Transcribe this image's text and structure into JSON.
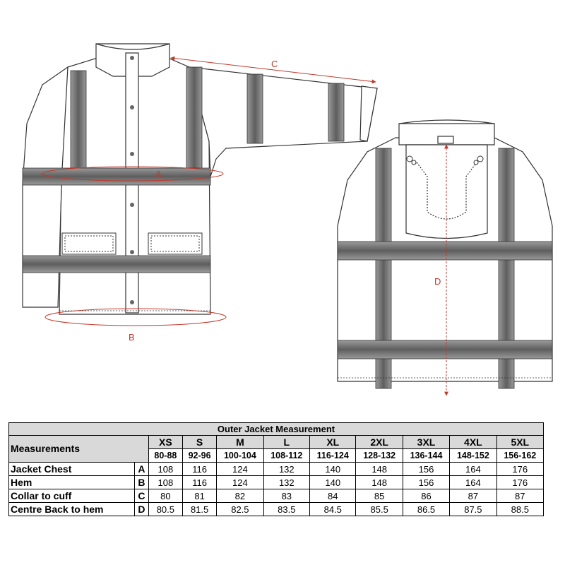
{
  "diagram": {
    "dimension_labels": {
      "A": "A",
      "B": "B",
      "C": "C",
      "D": "D"
    }
  },
  "table": {
    "title": "Outer Jacket Measurement",
    "measurements_header": "Measurements",
    "sizes": [
      "XS",
      "S",
      "M",
      "L",
      "XL",
      "2XL",
      "3XL",
      "4XL",
      "5XL"
    ],
    "ranges": [
      "80-88",
      "92-96",
      "100-104",
      "108-112",
      "116-124",
      "128-132",
      "136-144",
      "148-152",
      "156-162"
    ],
    "rows": [
      {
        "label": "Jacket Chest",
        "key": "A",
        "values": [
          "108",
          "116",
          "124",
          "132",
          "140",
          "148",
          "156",
          "164",
          "176"
        ]
      },
      {
        "label": "Hem",
        "key": "B",
        "values": [
          "108",
          "116",
          "124",
          "132",
          "140",
          "148",
          "156",
          "164",
          "176"
        ]
      },
      {
        "label": "Collar to cuff",
        "key": "C",
        "values": [
          "80",
          "81",
          "82",
          "83",
          "84",
          "85",
          "86",
          "87",
          "87"
        ]
      },
      {
        "label": "Centre Back to hem",
        "key": "D",
        "values": [
          "80.5",
          "81.5",
          "82.5",
          "83.5",
          "84.5",
          "85.5",
          "86.5",
          "87.5",
          "88.5"
        ]
      }
    ]
  },
  "colors": {
    "outline": "#333333",
    "reflective_band": "#7a7a7a",
    "dimension_line": "#c0392b",
    "header_fill": "#d9d9d9"
  }
}
